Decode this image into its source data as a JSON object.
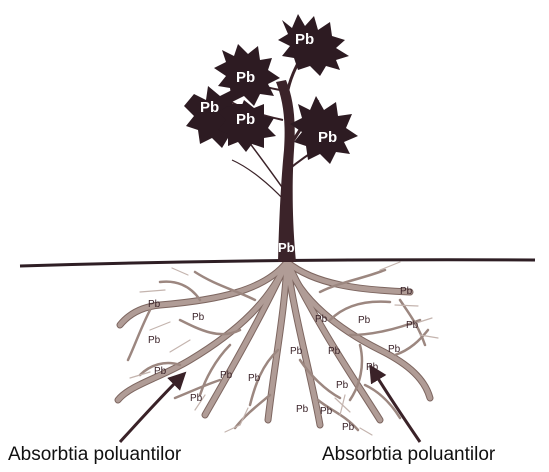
{
  "labels": {
    "pollutant_symbol": "Pb",
    "absorption_left": "Absorbtia poluantilor",
    "absorption_right": "Absorbtia poluantilor"
  },
  "colors": {
    "background": "#ffffff",
    "leaf_dark": "#2d1b22",
    "stem_dark": "#3b2329",
    "root_light": "#b09c96",
    "root_outline": "#7d6660",
    "ground_line": "#2e1e24",
    "arrow": "#3a2228",
    "label_text": "#111111"
  }
}
